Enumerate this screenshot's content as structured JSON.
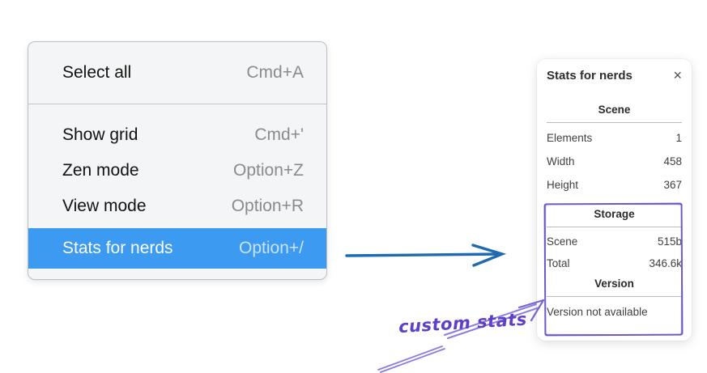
{
  "menu": {
    "sections": [
      {
        "items": [
          {
            "label": "Select all",
            "shortcut": "Cmd+A"
          }
        ]
      },
      {
        "items": [
          {
            "label": "Show grid",
            "shortcut": "Cmd+'"
          },
          {
            "label": "Zen mode",
            "shortcut": "Option+Z"
          },
          {
            "label": "View mode",
            "shortcut": "Option+R"
          },
          {
            "label": "Stats for nerds",
            "shortcut": "Option+/"
          }
        ]
      }
    ],
    "highlighted_item": "Stats for nerds"
  },
  "stats_panel": {
    "title": "Stats for nerds",
    "close_icon": "×",
    "scene_section": {
      "header": "Scene",
      "rows": [
        {
          "label": "Elements",
          "value": "1"
        },
        {
          "label": "Width",
          "value": "458"
        },
        {
          "label": "Height",
          "value": "367"
        }
      ]
    },
    "storage_section": {
      "header": "Storage",
      "rows": [
        {
          "label": "Scene",
          "value": "515b"
        },
        {
          "label": "Total",
          "value": "346.6k"
        }
      ]
    },
    "version_section": {
      "header": "Version",
      "note": "Version not available"
    }
  },
  "annotation": {
    "label": "custom stats"
  },
  "colors": {
    "menu_highlight": "#3d9af1",
    "menu_background": "#f4f5f6",
    "flow_arrow_blue": "#1e6bb0",
    "annotation_stroke": "#8d7ce0",
    "annotation_text": "#5f3fc9",
    "annotation_box": "#6a54c6"
  }
}
